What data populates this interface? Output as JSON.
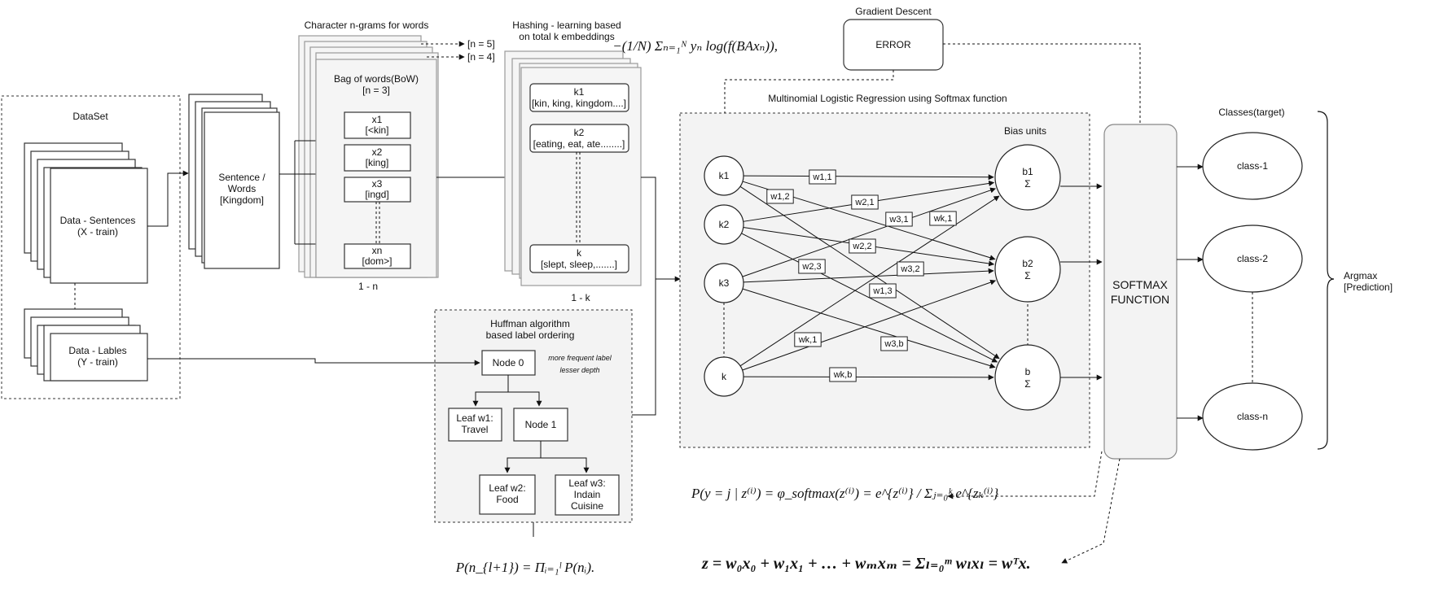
{
  "dataset": {
    "title": "DataSet",
    "sentences": [
      "Data - Sentences",
      "(X - train)"
    ],
    "labels": [
      "Data - Lables",
      "(Y - train)"
    ]
  },
  "sentence_words": [
    "Sentence /",
    "Words",
    "[Kingdom]"
  ],
  "ngrams": {
    "title": "Character n-grams for words",
    "n5": "[n = 5]",
    "n4": "[n = 4]",
    "bow": [
      "Bag of words(BoW)",
      "[n = 3]"
    ],
    "items": [
      {
        "name": "x1",
        "value": "[<kin]"
      },
      {
        "name": "x2",
        "value": "[king]"
      },
      {
        "name": "x3",
        "value": "[ingd]"
      },
      {
        "name": "xn",
        "value": "[dom>]"
      }
    ],
    "range": "1 - n"
  },
  "hashing": {
    "title": [
      "Hashing - learning based",
      "on total k embeddings"
    ],
    "items": [
      {
        "name": "k1",
        "value": "[kin, king, kingdom....]"
      },
      {
        "name": "k2",
        "value": "[eating, eat, ate........]"
      },
      {
        "name": "k",
        "value": "[slept, sleep,.......]"
      }
    ],
    "range": "1 - k"
  },
  "huffman": {
    "title": [
      "Huffman algorithm",
      "based label ordering"
    ],
    "note": [
      "more frequent label",
      "lesser depth"
    ],
    "node0": "Node 0",
    "node1": "Node 1",
    "leaf1": [
      "Leaf w1:",
      "Travel"
    ],
    "leaf2": [
      "Leaf w2:",
      "Food"
    ],
    "leaf3": [
      "Leaf w3:",
      "Indain",
      "Cuisine"
    ]
  },
  "gradient": {
    "title": "Gradient Descent",
    "error": "ERROR"
  },
  "regression": {
    "title": "Multinomial Logistic Regression using Softmax function",
    "bias_title": "Bias units",
    "inputs": [
      "k1",
      "k2",
      "k3",
      "k"
    ],
    "outputs": [
      {
        "name": "b1",
        "sym": "Σ"
      },
      {
        "name": "b2",
        "sym": "Σ"
      },
      {
        "name": "b",
        "sym": "Σ"
      }
    ],
    "weights": [
      "w1,1",
      "w1,2",
      "w2,1",
      "w3,1",
      "wk,1",
      "w2,2",
      "w2,3",
      "w3,2",
      "w1,3",
      "wk,1",
      "w3,b",
      "wk,b"
    ]
  },
  "softmax": [
    "SOFTMAX",
    "FUNCTION"
  ],
  "classes": {
    "title": "Classes(target)",
    "items": [
      "class-1",
      "class-2",
      "class-n"
    ]
  },
  "argmax": [
    "Argmax",
    "[Prediction]"
  ],
  "formulas": {
    "loss": "−(1/N) Σₙ₌₁ᴺ yₙ log(f(BAxₙ)),",
    "softmax": "P(y = j | z⁽ⁱ⁾) = φ_softmax(z⁽ⁱ⁾) = e^{z⁽ⁱ⁾} / Σⱼ₌₀ᵏ e^{zₖ⁽ⁱ⁾}",
    "linear": "z = w₀x₀ + w₁x₁ + … + wₘxₘ = Σₗ₌₀ᵐ wₗxₗ = wᵀx.",
    "huffman": "P(n_{l+1}) = Πᵢ₌₁ˡ P(nᵢ)."
  }
}
